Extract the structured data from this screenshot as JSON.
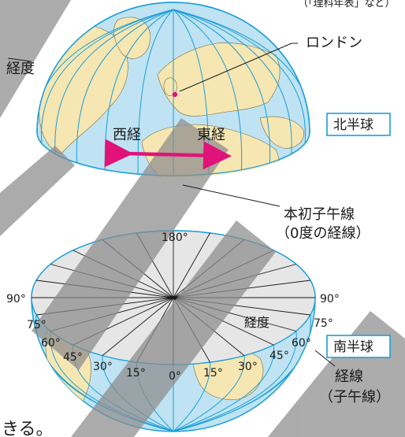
{
  "top_note": "（「理科年表」など）",
  "labels": {
    "london": "ロンドン",
    "longitude_top": "経度",
    "west": "西経",
    "east": "東経",
    "northern_hemisphere": "北半球",
    "prime_meridian_line1": "本初子午線",
    "prime_meridian_line2": "（0度の経線）",
    "longitude_disk": "経度",
    "southern_hemisphere": "南半球",
    "meridian_line1": "経線",
    "meridian_line2": "（子午線）",
    "bottom_text": "きる。"
  },
  "degree_labels": {
    "d180": "180°",
    "d90_left": "90°",
    "d90_right": "90°",
    "d75_left": "75°",
    "d75_right": "75°",
    "d60_left": "60°",
    "d60_right": "60°",
    "d45_left": "45°",
    "d45_right": "45°",
    "d30_left": "30°",
    "d30_right": "30°",
    "d15_left": "15°",
    "d15_right": "15°",
    "d0": "0°"
  },
  "colors": {
    "ocean": "#bfe3f2",
    "land": "#f6e6b2",
    "meridian": "#1a9fd8",
    "disk": "#e6e6e6",
    "arrow": "#e0137a",
    "watermark": "#8c8c8c"
  }
}
